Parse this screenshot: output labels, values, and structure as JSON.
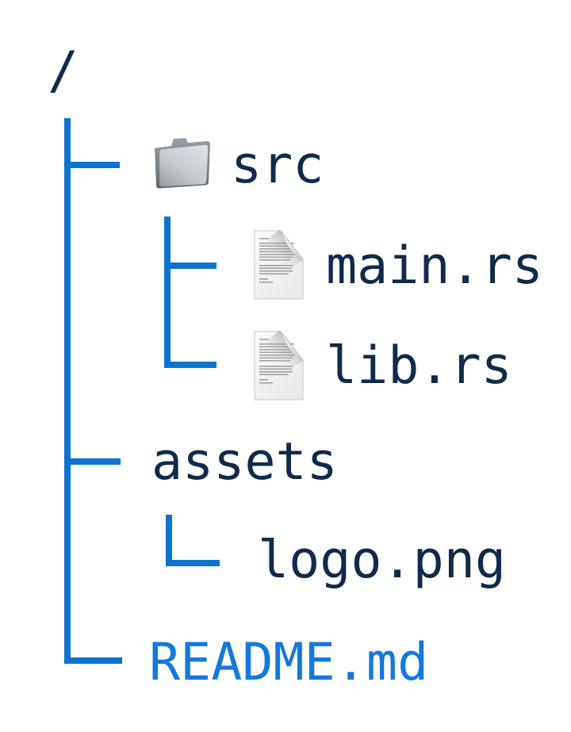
{
  "diagram": {
    "type": "file-tree",
    "root": {
      "label": "/"
    },
    "nodes": [
      {
        "label": "src",
        "kind": "folder",
        "icon": "folder-icon",
        "depth": 1,
        "parent": "/",
        "highlighted": false
      },
      {
        "label": "main.rs",
        "kind": "file",
        "icon": "document-icon",
        "depth": 2,
        "parent": "src",
        "highlighted": false
      },
      {
        "label": "lib.rs",
        "kind": "file",
        "icon": "document-icon",
        "depth": 2,
        "parent": "src",
        "highlighted": false
      },
      {
        "label": "assets",
        "kind": "folder",
        "icon": null,
        "depth": 1,
        "parent": "/",
        "highlighted": false
      },
      {
        "label": "logo.png",
        "kind": "file",
        "icon": null,
        "depth": 2,
        "parent": "assets",
        "highlighted": false
      },
      {
        "label": "README.md",
        "kind": "file",
        "icon": null,
        "depth": 1,
        "parent": "/",
        "highlighted": true
      }
    ]
  },
  "colors": {
    "background": "#ffffff",
    "branch-line": "#0c73d0",
    "node-text": "#102a4b",
    "highlight-text": "#1478dc"
  }
}
